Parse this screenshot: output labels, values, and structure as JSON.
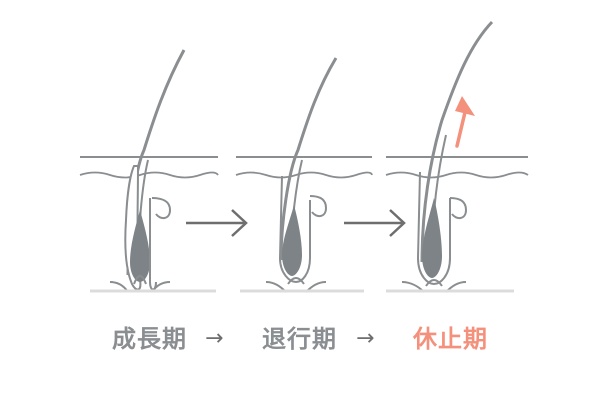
{
  "colors": {
    "line": "#8a8e91",
    "hair_fill": "#7e8387",
    "label": "#8a8e91",
    "accent": "#f4917c",
    "arrow": "#6e6e6e",
    "baseline": "#dcdcdc"
  },
  "labels": {
    "stage1": "成長期",
    "stage2": "退行期",
    "stage3": "休止期",
    "arrow1": "→",
    "arrow2": "→"
  },
  "icons": {
    "transition_arrow": "right-arrow",
    "shedding_arrow": "up-right-arrow"
  }
}
